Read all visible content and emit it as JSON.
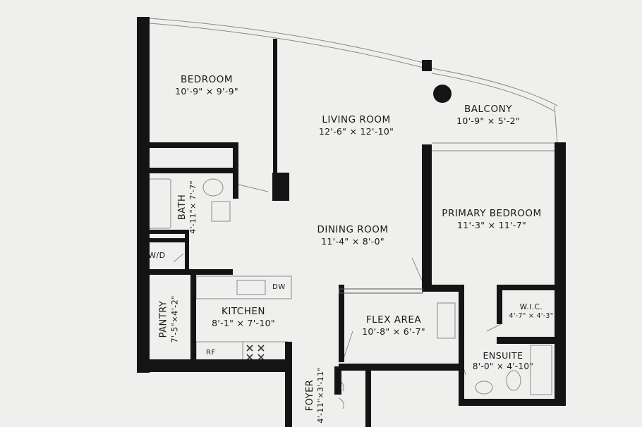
{
  "rooms": {
    "bedroom": {
      "name": "BEDROOM",
      "dims": "10'-9\" × 9'-9\""
    },
    "living": {
      "name": "LIVING ROOM",
      "dims": "12'-6\" × 12'-10\""
    },
    "balcony": {
      "name": "BALCONY",
      "dims": "10'-9\" × 5'-2\""
    },
    "primary": {
      "name": "PRIMARY BEDROOM",
      "dims": "11'-3\" × 11'-7\""
    },
    "dining": {
      "name": "DINING ROOM",
      "dims": "11'-4\" × 8'-0\""
    },
    "bath": {
      "name": "BATH",
      "dims": "4'-11\"× 7'-7\""
    },
    "wd": {
      "name": "W/D"
    },
    "pantry": {
      "name": "PANTRY",
      "dims": "7'-5\"×4'-2\""
    },
    "kitchen": {
      "name": "KITCHEN",
      "dims": "8'-1\" × 7'-10\""
    },
    "flex": {
      "name": "FLEX AREA",
      "dims": "10'-8\" × 6'-7\""
    },
    "wic": {
      "name": "W.I.C.",
      "dims": "4'-7\" × 4'-3\""
    },
    "ensuite": {
      "name": "ENSUITE",
      "dims": "8'-0\" × 4'-10\""
    },
    "foyer": {
      "name": "FOYER",
      "dims": "4'-11\"×3'-11\""
    }
  },
  "appliances": {
    "dw": "DW",
    "rf": "RF"
  },
  "colors": {
    "wall": "#141414",
    "thin": "#8a8a8a",
    "accent": "#c88f8f",
    "paper": "#efefed"
  }
}
